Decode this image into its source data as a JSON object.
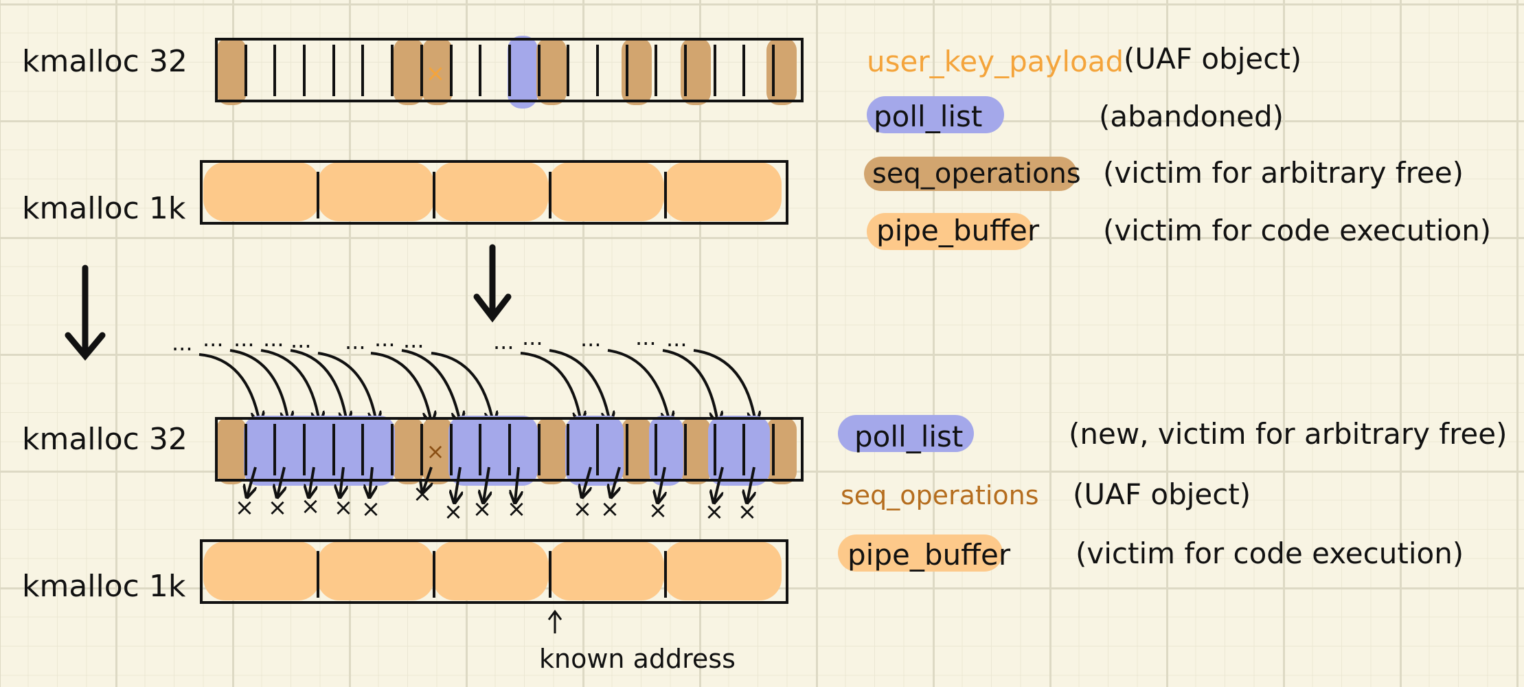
{
  "colors": {
    "ink": "#111111",
    "kmalloc1k_fill": "#fdc98a",
    "seq_operations_fill": "#d2a56f",
    "poll_list_fill": "#a4a8ea",
    "user_key_payload_text": "#f4a43b",
    "seq_operations_text": "#b56d1e",
    "grid": "#ddd9c4",
    "paper": "#f8f4e3"
  },
  "before": {
    "cache32_label": "kmalloc 32",
    "cache1k_label": "kmalloc 1k",
    "uaf_mark": "×",
    "legend": [
      {
        "name": "user_key_payload",
        "note": "(UAF object)",
        "style": "text-orange"
      },
      {
        "name": "poll_list",
        "note": "(abandoned)",
        "style": "pill-blue"
      },
      {
        "name": "seq_operations",
        "note": "(victim for arbitrary free)",
        "style": "pill-brown"
      },
      {
        "name": "pipe_buffer",
        "note": "(victim for code execution)",
        "style": "pill-peach"
      }
    ]
  },
  "after": {
    "cache32_label": "kmalloc 32",
    "cache1k_label": "kmalloc 1k",
    "continuation_dots": "...",
    "freed_mark": "×",
    "uaf_mark": "×",
    "known_address_label": "known address",
    "legend": [
      {
        "name": "poll_list",
        "note": "(new, victim for arbitrary free)",
        "style": "pill-blue"
      },
      {
        "name": "seq_operations",
        "note": "(UAF object)",
        "style": "text-brown"
      },
      {
        "name": "pipe_buffer",
        "note": "(victim for code execution)",
        "style": "pill-peach"
      }
    ]
  }
}
